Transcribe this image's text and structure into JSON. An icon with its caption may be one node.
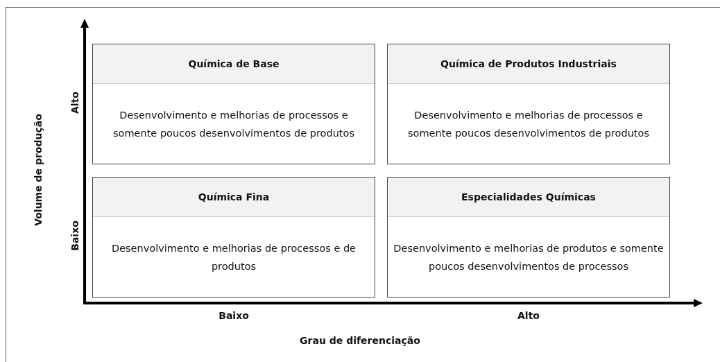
{
  "diagram": {
    "nodes": [
      {
        "text": [
          "Química de Base",
          "Desenvolvimento e melhorias de processos e somente poucos desenvolvimentos de produtos"
        ]
      },
      {
        "text": [
          "Química de Produtos Industriais",
          "Desenvolvimento e melhorias de processos e somente poucos desenvolvimentos de produtos"
        ]
      },
      {
        "text": [
          "Química Fina",
          "Desenvolvimento e melhorias de processos e de produtos"
        ]
      },
      {
        "text": [
          "Especialidades Químicas",
          "Desenvolvimento e melhorias de produtos e somente poucos desenvolvimentos de processos"
        ]
      }
    ],
    "labels": [
      "Volume de produção",
      "Alto",
      "Baixo",
      "Baixo",
      "Alto",
      "Grau de diferenciação"
    ]
  }
}
